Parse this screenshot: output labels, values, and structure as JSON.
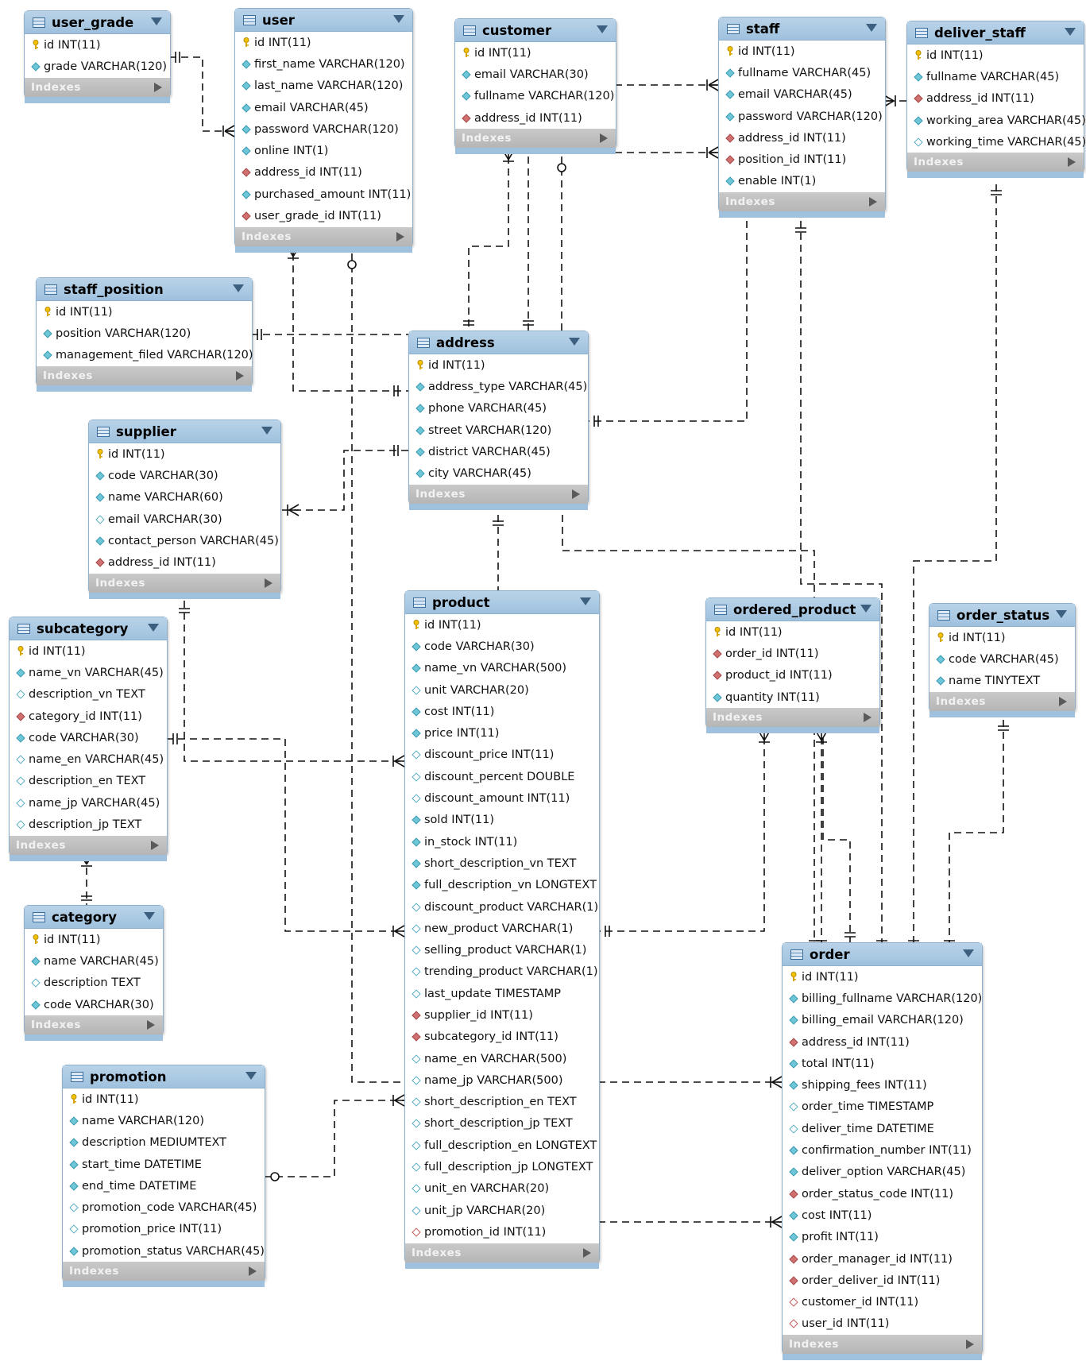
{
  "tables": [
    {
      "key": "user_grade",
      "name": "user_grade",
      "columns": [
        {
          "text": "id INT(11)",
          "kind": "pk"
        },
        {
          "text": "grade VARCHAR(120)",
          "kind": "reg"
        }
      ],
      "indexes": "Indexes"
    },
    {
      "key": "user",
      "name": "user",
      "columns": [
        {
          "text": "id INT(11)",
          "kind": "pk"
        },
        {
          "text": "first_name VARCHAR(120)",
          "kind": "reg"
        },
        {
          "text": "last_name VARCHAR(120)",
          "kind": "reg"
        },
        {
          "text": "email VARCHAR(45)",
          "kind": "reg"
        },
        {
          "text": "password VARCHAR(120)",
          "kind": "reg"
        },
        {
          "text": "online INT(1)",
          "kind": "reg"
        },
        {
          "text": "address_id INT(11)",
          "kind": "fk"
        },
        {
          "text": "purchased_amount INT(11)",
          "kind": "reg"
        },
        {
          "text": "user_grade_id INT(11)",
          "kind": "fk"
        }
      ],
      "indexes": "Indexes"
    },
    {
      "key": "customer",
      "name": "customer",
      "columns": [
        {
          "text": "id INT(11)",
          "kind": "pk"
        },
        {
          "text": "email VARCHAR(30)",
          "kind": "reg"
        },
        {
          "text": "fullname VARCHAR(120)",
          "kind": "reg"
        },
        {
          "text": "address_id INT(11)",
          "kind": "fk"
        }
      ],
      "indexes": "Indexes"
    },
    {
      "key": "staff",
      "name": "staff",
      "columns": [
        {
          "text": "id INT(11)",
          "kind": "pk"
        },
        {
          "text": "fullname VARCHAR(45)",
          "kind": "reg"
        },
        {
          "text": "email VARCHAR(45)",
          "kind": "reg"
        },
        {
          "text": "password VARCHAR(120)",
          "kind": "reg"
        },
        {
          "text": "address_id INT(11)",
          "kind": "fk"
        },
        {
          "text": "position_id INT(11)",
          "kind": "fk"
        },
        {
          "text": "enable INT(1)",
          "kind": "reg"
        }
      ],
      "indexes": "Indexes"
    },
    {
      "key": "deliver_staff",
      "name": "deliver_staff",
      "columns": [
        {
          "text": "id INT(11)",
          "kind": "pk"
        },
        {
          "text": "fullname VARCHAR(45)",
          "kind": "reg"
        },
        {
          "text": "address_id INT(11)",
          "kind": "fk"
        },
        {
          "text": "working_area VARCHAR(45)",
          "kind": "reg"
        },
        {
          "text": "working_time VARCHAR(45)",
          "kind": "nul"
        }
      ],
      "indexes": "Indexes"
    },
    {
      "key": "staff_position",
      "name": "staff_position",
      "columns": [
        {
          "text": "id INT(11)",
          "kind": "pk"
        },
        {
          "text": "position VARCHAR(120)",
          "kind": "reg"
        },
        {
          "text": "management_filed VARCHAR(120)",
          "kind": "reg"
        }
      ],
      "indexes": "Indexes"
    },
    {
      "key": "address",
      "name": "address",
      "columns": [
        {
          "text": "id INT(11)",
          "kind": "pk"
        },
        {
          "text": "address_type VARCHAR(45)",
          "kind": "reg"
        },
        {
          "text": "phone VARCHAR(45)",
          "kind": "reg"
        },
        {
          "text": "street VARCHAR(120)",
          "kind": "reg"
        },
        {
          "text": "district VARCHAR(45)",
          "kind": "reg"
        },
        {
          "text": "city VARCHAR(45)",
          "kind": "reg"
        }
      ],
      "indexes": "Indexes"
    },
    {
      "key": "supplier",
      "name": "supplier",
      "columns": [
        {
          "text": "id INT(11)",
          "kind": "pk"
        },
        {
          "text": "code VARCHAR(30)",
          "kind": "reg"
        },
        {
          "text": "name VARCHAR(60)",
          "kind": "reg"
        },
        {
          "text": "email VARCHAR(30)",
          "kind": "nul"
        },
        {
          "text": "contact_person VARCHAR(45)",
          "kind": "reg"
        },
        {
          "text": "address_id INT(11)",
          "kind": "fk"
        }
      ],
      "indexes": "Indexes"
    },
    {
      "key": "subcategory",
      "name": "subcategory",
      "columns": [
        {
          "text": "id INT(11)",
          "kind": "pk"
        },
        {
          "text": "name_vn VARCHAR(45)",
          "kind": "reg"
        },
        {
          "text": "description_vn TEXT",
          "kind": "nul"
        },
        {
          "text": "category_id INT(11)",
          "kind": "fk"
        },
        {
          "text": "code VARCHAR(30)",
          "kind": "reg"
        },
        {
          "text": "name_en VARCHAR(45)",
          "kind": "nul"
        },
        {
          "text": "description_en TEXT",
          "kind": "nul"
        },
        {
          "text": "name_jp VARCHAR(45)",
          "kind": "nul"
        },
        {
          "text": "description_jp TEXT",
          "kind": "nul"
        }
      ],
      "indexes": "Indexes"
    },
    {
      "key": "category",
      "name": "category",
      "columns": [
        {
          "text": "id INT(11)",
          "kind": "pk"
        },
        {
          "text": "name VARCHAR(45)",
          "kind": "reg"
        },
        {
          "text": "description TEXT",
          "kind": "nul"
        },
        {
          "text": "code VARCHAR(30)",
          "kind": "reg"
        }
      ],
      "indexes": "Indexes"
    },
    {
      "key": "product",
      "name": "product",
      "columns": [
        {
          "text": "id INT(11)",
          "kind": "pk"
        },
        {
          "text": "code VARCHAR(30)",
          "kind": "reg"
        },
        {
          "text": "name_vn VARCHAR(500)",
          "kind": "reg"
        },
        {
          "text": "unit VARCHAR(20)",
          "kind": "nul"
        },
        {
          "text": "cost INT(11)",
          "kind": "reg"
        },
        {
          "text": "price INT(11)",
          "kind": "reg"
        },
        {
          "text": "discount_price INT(11)",
          "kind": "nul"
        },
        {
          "text": "discount_percent DOUBLE",
          "kind": "nul"
        },
        {
          "text": "discount_amount INT(11)",
          "kind": "nul"
        },
        {
          "text": "sold INT(11)",
          "kind": "reg"
        },
        {
          "text": "in_stock INT(11)",
          "kind": "reg"
        },
        {
          "text": "short_description_vn TEXT",
          "kind": "reg"
        },
        {
          "text": "full_description_vn LONGTEXT",
          "kind": "reg"
        },
        {
          "text": "discount_product VARCHAR(1)",
          "kind": "nul"
        },
        {
          "text": "new_product VARCHAR(1)",
          "kind": "nul"
        },
        {
          "text": "selling_product VARCHAR(1)",
          "kind": "nul"
        },
        {
          "text": "trending_product VARCHAR(1)",
          "kind": "nul"
        },
        {
          "text": "last_update TIMESTAMP",
          "kind": "nul"
        },
        {
          "text": "supplier_id INT(11)",
          "kind": "fk"
        },
        {
          "text": "subcategory_id INT(11)",
          "kind": "fk"
        },
        {
          "text": "name_en VARCHAR(500)",
          "kind": "nul"
        },
        {
          "text": "name_jp VARCHAR(500)",
          "kind": "nul"
        },
        {
          "text": "short_description_en TEXT",
          "kind": "nul"
        },
        {
          "text": "short_description_jp TEXT",
          "kind": "nul"
        },
        {
          "text": "full_description_en LONGTEXT",
          "kind": "nul"
        },
        {
          "text": "full_description_jp LONGTEXT",
          "kind": "nul"
        },
        {
          "text": "unit_en VARCHAR(20)",
          "kind": "nul"
        },
        {
          "text": "unit_jp VARCHAR(20)",
          "kind": "nul"
        },
        {
          "text": "promotion_id INT(11)",
          "kind": "fknul"
        }
      ],
      "indexes": "Indexes"
    },
    {
      "key": "ordered_product",
      "name": "ordered_product",
      "columns": [
        {
          "text": "id INT(11)",
          "kind": "pk"
        },
        {
          "text": "order_id INT(11)",
          "kind": "fk"
        },
        {
          "text": "product_id INT(11)",
          "kind": "fk"
        },
        {
          "text": "quantity INT(11)",
          "kind": "reg"
        }
      ],
      "indexes": "Indexes"
    },
    {
      "key": "order_status",
      "name": "order_status",
      "columns": [
        {
          "text": "id INT(11)",
          "kind": "pk"
        },
        {
          "text": "code VARCHAR(45)",
          "kind": "reg"
        },
        {
          "text": "name TINYTEXT",
          "kind": "reg"
        }
      ],
      "indexes": "Indexes"
    },
    {
      "key": "order",
      "name": "order",
      "columns": [
        {
          "text": "id INT(11)",
          "kind": "pk"
        },
        {
          "text": "billing_fullname VARCHAR(120)",
          "kind": "reg"
        },
        {
          "text": "billing_email VARCHAR(120)",
          "kind": "reg"
        },
        {
          "text": "address_id INT(11)",
          "kind": "fk"
        },
        {
          "text": "total INT(11)",
          "kind": "reg"
        },
        {
          "text": "shipping_fees INT(11)",
          "kind": "reg"
        },
        {
          "text": "order_time TIMESTAMP",
          "kind": "nul"
        },
        {
          "text": "deliver_time DATETIME",
          "kind": "nul"
        },
        {
          "text": "confirmation_number INT(11)",
          "kind": "reg"
        },
        {
          "text": "deliver_option VARCHAR(45)",
          "kind": "reg"
        },
        {
          "text": "order_status_code INT(11)",
          "kind": "fk"
        },
        {
          "text": "cost INT(11)",
          "kind": "reg"
        },
        {
          "text": "profit INT(11)",
          "kind": "reg"
        },
        {
          "text": "order_manager_id INT(11)",
          "kind": "fk"
        },
        {
          "text": "order_deliver_id INT(11)",
          "kind": "fk"
        },
        {
          "text": "customer_id INT(11)",
          "kind": "fknul"
        },
        {
          "text": "user_id INT(11)",
          "kind": "fknul"
        }
      ],
      "indexes": "Indexes"
    },
    {
      "key": "promotion",
      "name": "promotion",
      "columns": [
        {
          "text": "id INT(11)",
          "kind": "pk"
        },
        {
          "text": "name VARCHAR(120)",
          "kind": "reg"
        },
        {
          "text": "description MEDIUMTEXT",
          "kind": "reg"
        },
        {
          "text": "start_time DATETIME",
          "kind": "reg"
        },
        {
          "text": "end_time DATETIME",
          "kind": "reg"
        },
        {
          "text": "promotion_code VARCHAR(45)",
          "kind": "nul"
        },
        {
          "text": "promotion_price INT(11)",
          "kind": "nul"
        },
        {
          "text": "promotion_status VARCHAR(45)",
          "kind": "reg"
        }
      ],
      "indexes": "Indexes"
    }
  ],
  "colors": {
    "header": "#a9c8e2",
    "footer": "#bdbdbd",
    "fk": "#d07070",
    "column": "#6ec7d8",
    "key": "#d9a400"
  }
}
